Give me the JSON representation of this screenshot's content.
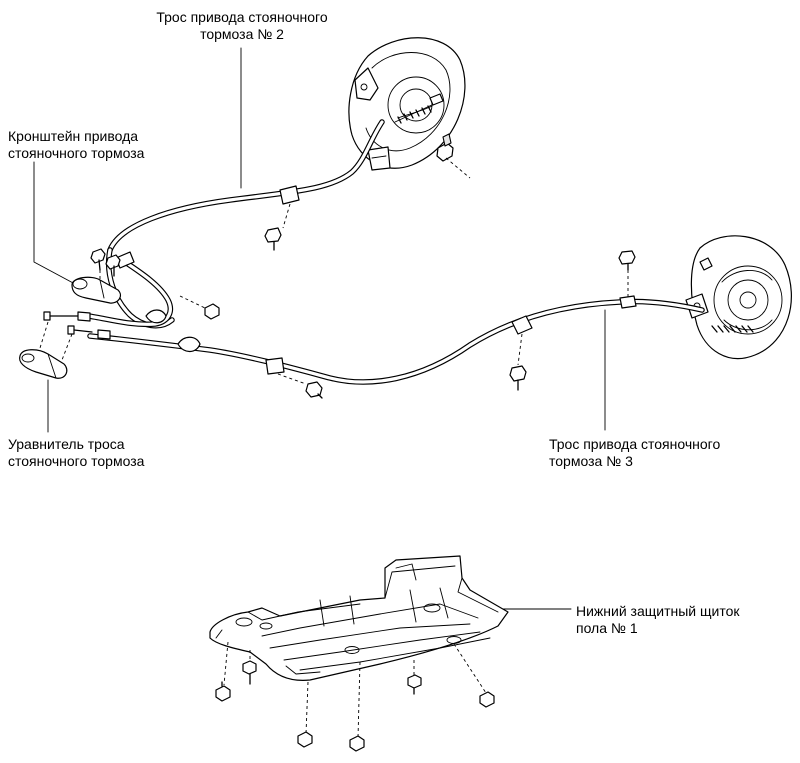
{
  "labels": {
    "cable_2": [
      "Трос привода стояночного",
      "тормоза № 2"
    ],
    "bracket": [
      "Кронштейн привода",
      "стояночного тормоза"
    ],
    "equalizer": [
      "Уравнитель троса",
      "стояночного тормоза"
    ],
    "cable_3": [
      "Трос привода стояночного",
      "тормоза № 3"
    ],
    "shield": [
      "Нижний защитный щиток",
      "пола № 1"
    ]
  }
}
